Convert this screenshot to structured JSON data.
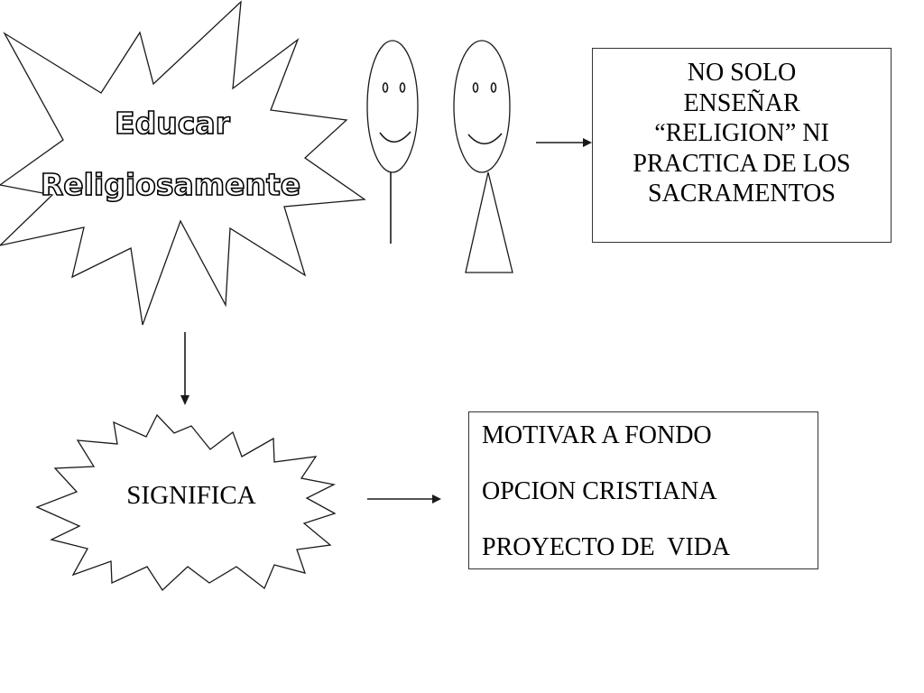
{
  "educar_burst": {
    "line1": "Educar",
    "line2": "Religiosamente"
  },
  "significa_burst": {
    "label": "SIGNIFICA"
  },
  "box_no_solo": {
    "lines": [
      "NO SOLO",
      "ENSEÑAR",
      "“RELIGION” NI",
      "PRACTICA DE LOS",
      "SACRAMENTOS"
    ]
  },
  "box_motivar": {
    "lines": [
      "MOTIVAR A FONDO",
      "OPCION CRISTIANA",
      "PROYECTO DE  VIDA"
    ]
  },
  "colors": {
    "stroke": "#1a1a1a",
    "background": "#ffffff",
    "text": "#000000"
  },
  "icons": [
    "starburst-shape",
    "smiley-figure",
    "arrow-right",
    "arrow-down"
  ]
}
